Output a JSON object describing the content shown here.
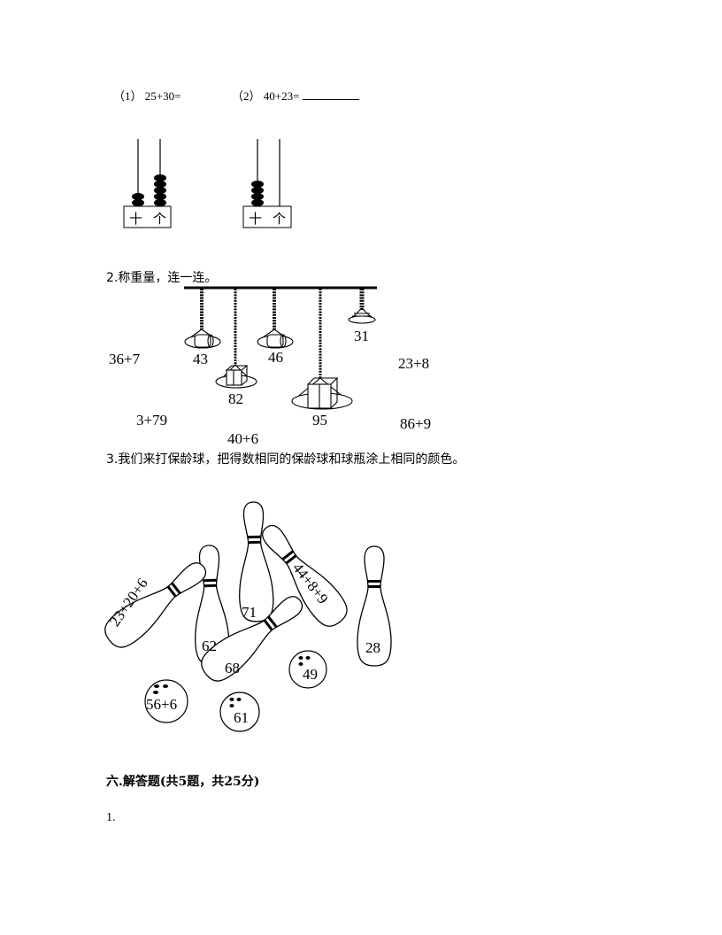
{
  "section1": {
    "item1": {
      "label": "（1）",
      "expression": "25+30="
    },
    "item2": {
      "label": "（2）",
      "expression": "40+23="
    },
    "abacus1": {
      "tens_label": "十",
      "ones_label": "个",
      "tens_beads": 2,
      "ones_beads": 5
    },
    "abacus2": {
      "tens_label": "十",
      "ones_label": "个",
      "tens_beads": 4,
      "ones_beads": 0
    }
  },
  "section2": {
    "title": "2.称重量，连一连。",
    "scales": [
      "43",
      "82",
      "46",
      "95",
      "31"
    ],
    "expressions": [
      "36+7",
      "3+79",
      "40+6",
      "23+8",
      "86+9"
    ]
  },
  "section3": {
    "title": "3.我们来打保龄球，把得数相同的保龄球和球瓶涂上相同的颜色。",
    "pins": [
      "23+20+6",
      "62",
      "71",
      "44+8+9",
      "68",
      "28"
    ],
    "balls": [
      "56+6",
      "61",
      "49"
    ]
  },
  "section6": {
    "heading": "六.解答题(共5题，共25分)",
    "first_item": "1."
  }
}
